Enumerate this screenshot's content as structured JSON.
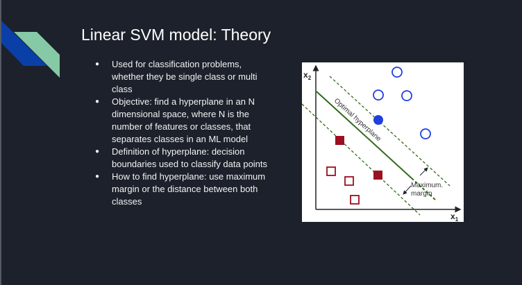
{
  "slide": {
    "title": "Linear SVM model: Theory",
    "bullets": [
      "Used for classification problems, whether they be single class or multi class",
      "Objective: find a hyperplane in an N dimensional space, where N is the number of features or classes, that separates classes in an ML model",
      "Definition of hyperplane: decision boundaries used to classify data points",
      "How to find hyperplane: use maximum margin or the distance between both classes"
    ],
    "figure": {
      "x_label": "x",
      "x_sub": "1",
      "y_label": "x",
      "y_sub": "2",
      "line_label": "Optimal hyperplane",
      "margin_label_1": "Maximum.",
      "margin_label_2": "margin"
    }
  },
  "colors": {
    "blue": "#1f3fe0",
    "red": "#9b0f1e",
    "green": "#2f6a1a",
    "accent_blue": "#0a3fa8",
    "accent_green": "#86c9a6"
  }
}
